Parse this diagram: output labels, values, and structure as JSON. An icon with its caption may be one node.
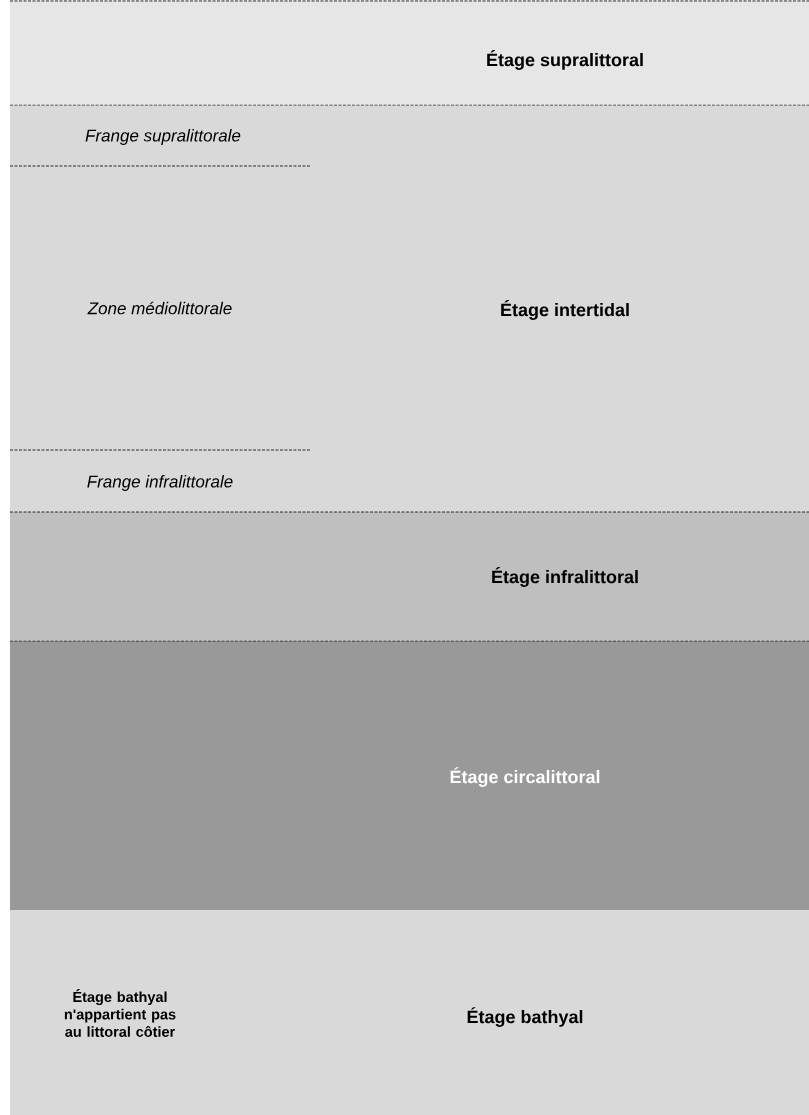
{
  "diagram": {
    "nodes": [
      {
        "text": [
          "Étage supralittoral"
        ]
      },
      {
        "text": [
          "Étage intertidal"
        ]
      },
      {
        "text": [
          "Frange supralittorale"
        ],
        "in": 1
      },
      {
        "text": [
          "Zone médiolittorale"
        ],
        "in": 1
      },
      {
        "text": [
          "Frange infralittorale"
        ],
        "in": 1
      },
      {
        "text": [
          "Étage infralittoral"
        ]
      },
      {
        "text": [
          "Étage circalittoral"
        ]
      },
      {
        "text": [
          "Étage bathyal"
        ]
      },
      {
        "text": [
          "Étage bathyal n'appartient pas au littoral côtier"
        ],
        "in": 7
      }
    ]
  }
}
